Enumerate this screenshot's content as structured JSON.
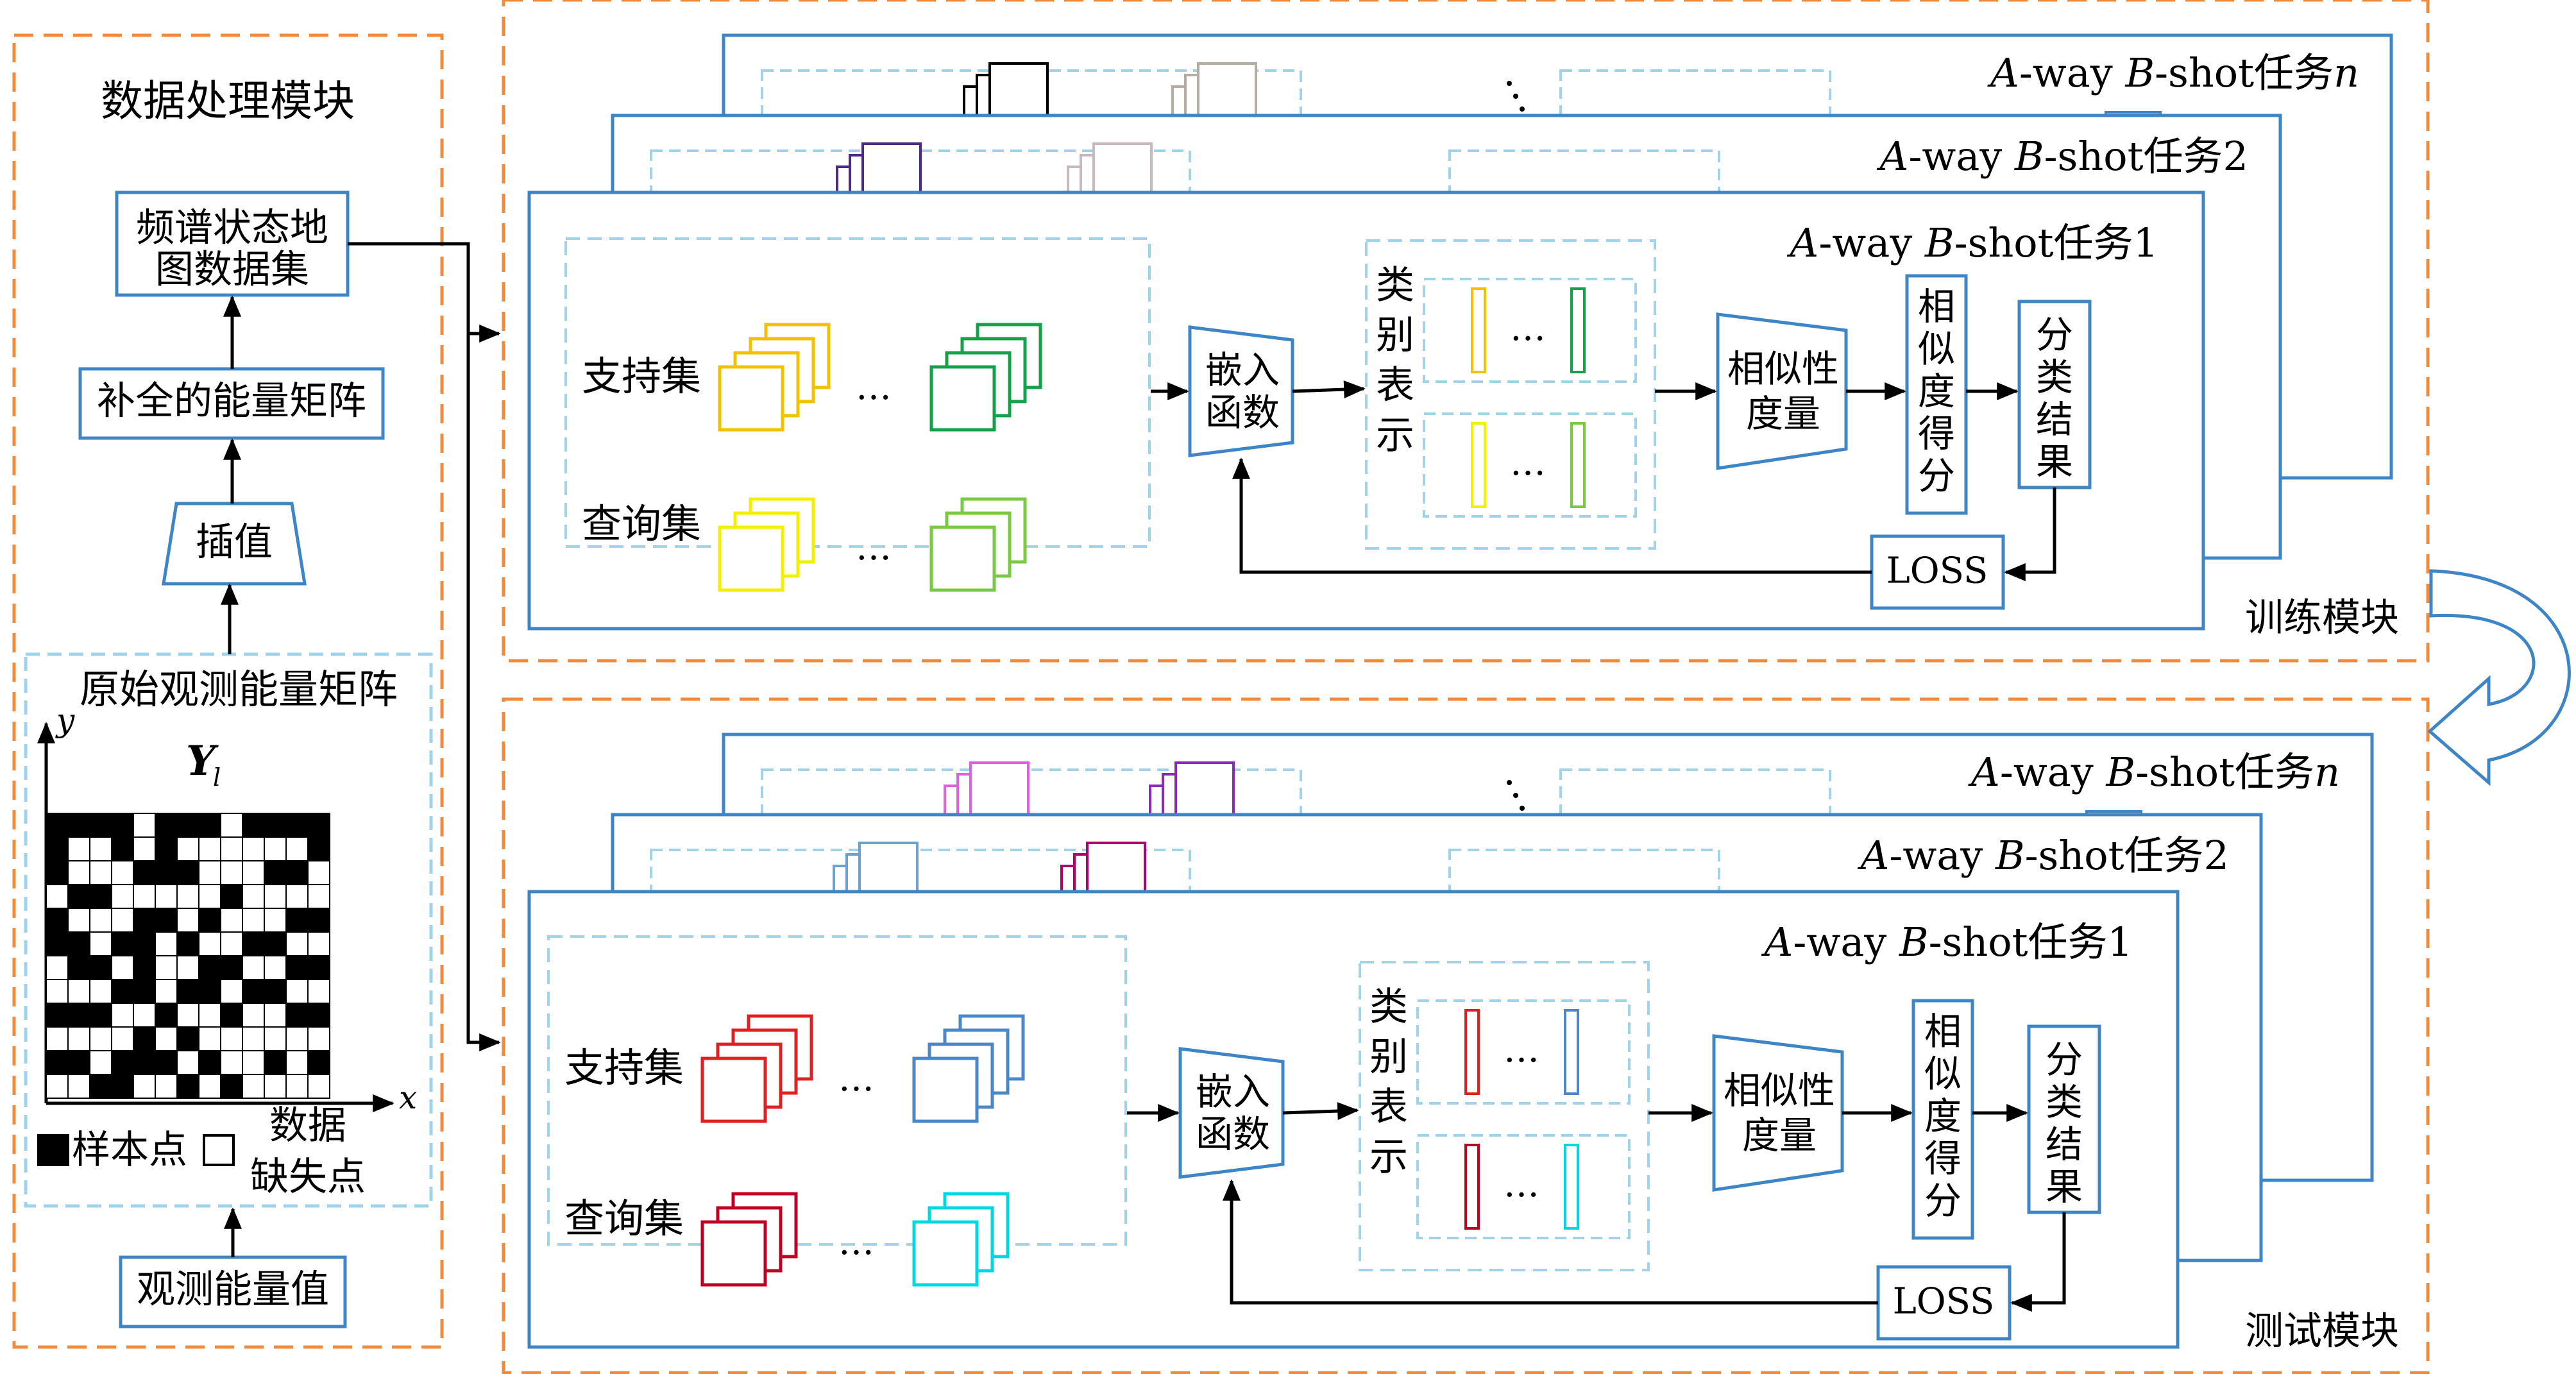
{
  "data_module": {
    "title": "数据处理模块",
    "dataset_line1": "频谱状态地",
    "dataset_line2": "图数据集",
    "completed_matrix": "补全的能量矩阵",
    "interpolation": "插值",
    "raw_matrix": "原始观测能量矩阵",
    "axis_y": "y",
    "axis_x": "x",
    "matrix_symbol": "Y",
    "matrix_subscript": "l",
    "legend_sample": "样本点",
    "legend_missing_line1": "数据",
    "legend_missing_line2": "缺失点",
    "observed_values": "观测能量值"
  },
  "train_module": {
    "label": "训练模块",
    "tasks": [
      {
        "label_a": "A",
        "label_way": "-way ",
        "label_b": "B",
        "label_shot": "-shot任务",
        "label_idx": "n",
        "idx_italic": true
      },
      {
        "label_a": "A",
        "label_way": "-way ",
        "label_b": "B",
        "label_shot": "-shot任务",
        "label_idx": "2",
        "idx_italic": false
      },
      {
        "label_a": "A",
        "label_way": "-way ",
        "label_b": "B",
        "label_shot": "-shot任务",
        "label_idx": "1",
        "idx_italic": false
      }
    ],
    "support_set": "支持集",
    "query_set": "查询集",
    "ellipsis": "…",
    "embed_line1": "嵌入",
    "embed_line2": "函数",
    "class_repr_chars": [
      "类",
      "别",
      "表",
      "示"
    ],
    "similarity_line1": "相似性",
    "similarity_line2": "度量",
    "score_chars": [
      "相",
      "似",
      "度",
      "得",
      "分"
    ],
    "result_chars": [
      "分",
      "类",
      "结",
      "果"
    ],
    "loss": "LOSS",
    "colors": {
      "support_first": "#f2c200",
      "support_last": "#15a04a",
      "query_first": "#f0f000",
      "query_last": "#7ac943"
    }
  },
  "test_module": {
    "label": "测试模块",
    "tasks": [
      {
        "label_a": "A",
        "label_way": "-way ",
        "label_b": "B",
        "label_shot": "-shot任务",
        "label_idx": "n",
        "idx_italic": true
      },
      {
        "label_a": "A",
        "label_way": "-way ",
        "label_b": "B",
        "label_shot": "-shot任务",
        "label_idx": "2",
        "idx_italic": false
      },
      {
        "label_a": "A",
        "label_way": "-way ",
        "label_b": "B",
        "label_shot": "-shot任务",
        "label_idx": "1",
        "idx_italic": false
      }
    ],
    "support_set": "支持集",
    "query_set": "查询集",
    "ellipsis": "…",
    "embed_line1": "嵌入",
    "embed_line2": "函数",
    "class_repr_chars": [
      "类",
      "别",
      "表",
      "示"
    ],
    "similarity_line1": "相似性",
    "similarity_line2": "度量",
    "score_chars": [
      "相",
      "似",
      "度",
      "得",
      "分"
    ],
    "result_chars": [
      "分",
      "类",
      "结",
      "果"
    ],
    "loss": "LOSS",
    "colors": {
      "support_first": "#e02020",
      "support_last": "#4a86c8",
      "query_first": "#c00020",
      "query_last": "#00d8e0"
    }
  },
  "colors": {
    "module_border": "#f28a3b",
    "task_border": "#3d85c6",
    "dashed_light": "#9fd3ea",
    "arrow": "#000000"
  }
}
